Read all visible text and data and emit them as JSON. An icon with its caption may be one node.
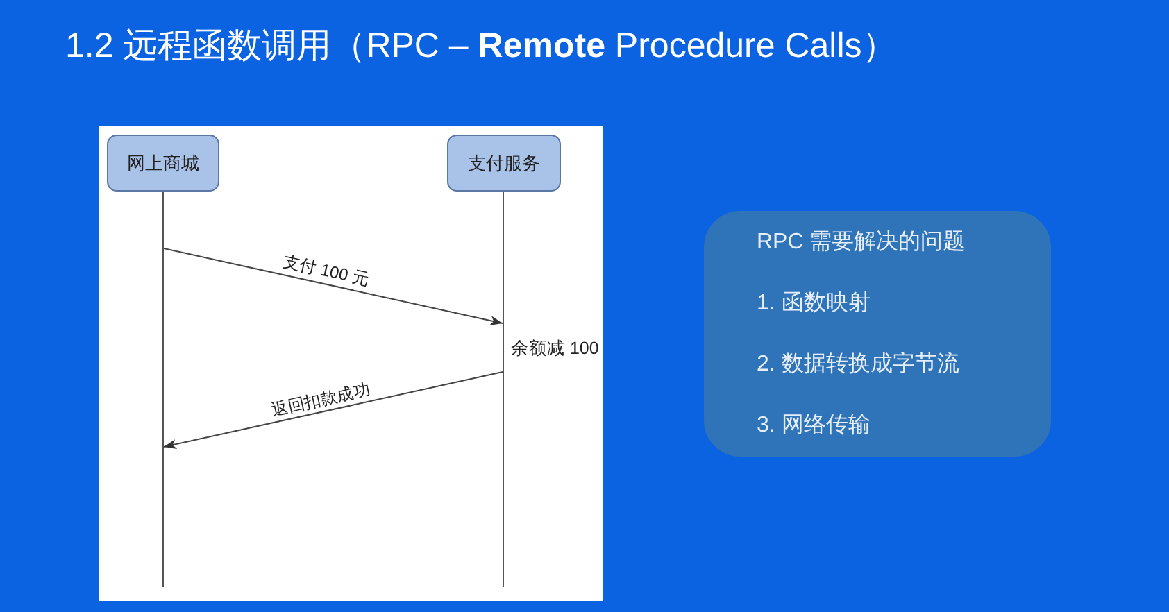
{
  "diagram": {
    "title": "1.2 远程函数调用（RPC – **Remote** Procedure Calls）",
    "nodes": [
      {
        "text": [
          "网上商城"
        ]
      },
      {
        "text": [
          "支付服务"
        ]
      },
      {
        "text": [],
        "shape": "bar"
      },
      {
        "text": [],
        "shape": "bar"
      },
      {
        "text": [
          "RPC 需要解决的问题",
          "1. 函数映射",
          "2. 数据转换成字节流",
          "3. 网络传输"
        ]
      }
    ],
    "edges": [
      {
        "from": 2,
        "to": 3,
        "arrow": "to",
        "label": "支付 100 元"
      },
      {
        "from": 3,
        "to": 2,
        "arrow": "to",
        "label": "返回扣款成功"
      }
    ],
    "labels": [
      "余额减 100"
    ]
  }
}
